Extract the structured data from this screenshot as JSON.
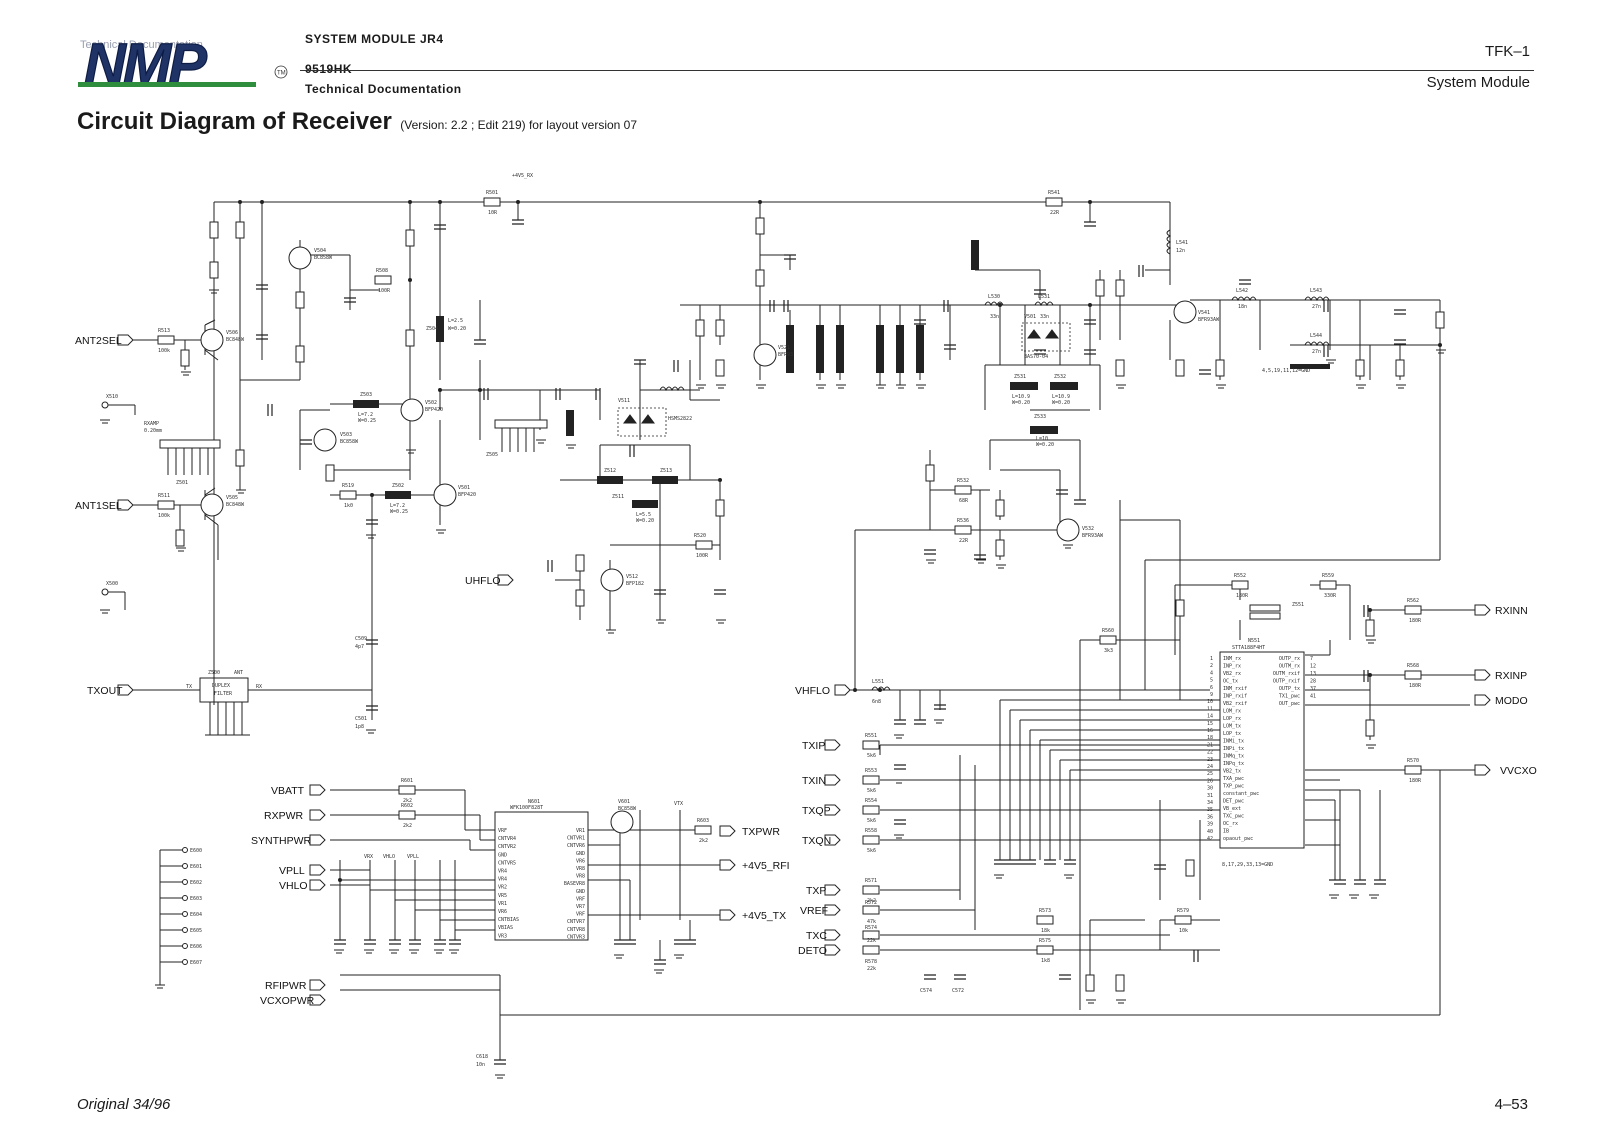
{
  "header": {
    "logo_text": "NMP",
    "logo_watermark": "Technical Documentation",
    "module_line": "SYSTEM MODULE JR4",
    "model_line": "9519HK",
    "doc_line": "Technical Documentation",
    "doc_id": "TFK–1",
    "section": "System Module"
  },
  "title": {
    "main": "Circuit Diagram of Receiver",
    "version_note": "(Version: 2.2 ; Edit 219) for layout version 07"
  },
  "footer": {
    "edition": "Original 34/96",
    "page": "4–53"
  },
  "ports": {
    "ant2sel": "ANT2SEL",
    "ant1sel": "ANT1SEL",
    "uhflo": "UHFLO",
    "txout": "TXOUT",
    "vbatt": "VBATT",
    "rxpwr": "RXPWR",
    "synthpwr": "SYNTHPWR",
    "vpll": "VPLL",
    "vhlo": "VHLO",
    "rfipwr": "RFIPWR",
    "vcxopwr": "VCXOPWR",
    "txpwr": "TXPWR",
    "v45_rfi": "+4V5_RFI",
    "v45_tx": "+4V5_TX",
    "vhflo": "VHFLO",
    "txip": "TXIP",
    "txin": "TXIN",
    "txqp": "TXQP",
    "txqn": "TXQN",
    "txp": "TXP",
    "vref": "VREF",
    "txc": "TXC",
    "deto": "DETO",
    "rxinn": "RXINN",
    "rxinp": "RXINP",
    "modo": "MODO",
    "vvcxo": "VVCXO"
  },
  "components": {
    "r501": "R501",
    "r501_v": "10R",
    "v45rx": "+4V5_RX",
    "r541": "R541",
    "r541_v": "22R",
    "r513": "R513",
    "r513_v": "100k",
    "r511": "R511",
    "r511_v": "100k",
    "r508": "R508",
    "r508_v": "100R",
    "r519": "R519",
    "r519_v": "1k0",
    "v506": "V506",
    "v506_t": "BC848W",
    "v505": "V505",
    "v505_t": "BC848W",
    "v504": "V504",
    "v504_t": "BC858W",
    "v503": "V503",
    "v503_t": "BC858W",
    "v502": "V502",
    "v502_t": "BFP420",
    "v501": "V501",
    "v501_t": "BFP420",
    "v521": "V521",
    "v521_t": "BFR93",
    "v541": "V541",
    "v541_t": "BFR93AW",
    "v532": "V532",
    "v532_t": "BFR93AW",
    "v512": "V512",
    "v512_t": "BFP182",
    "v511": "V511",
    "v511_t": "HSMS2822",
    "v501b": "V501",
    "v501b_t": "BAS70-04",
    "v601": "V601",
    "v601_t": "BC858W",
    "z501": "Z501",
    "z505": "Z505",
    "rxamp": "RXAMP",
    "rxamp_f": "0.20mm",
    "x510": "X510",
    "x500": "X500",
    "z500": "Z500",
    "ant": "ANT",
    "tx": "TX",
    "rx": "RX",
    "duplex1": "DUPLEX",
    "duplex2": "FILTER",
    "z503": "Z503",
    "z503_v1": "L=7.2",
    "z503_v2": "W=0.25",
    "z502": "Z502",
    "z502_v1": "L=7.2",
    "z502_v2": "W=0.25",
    "z504": "Z504",
    "z504_v1": "L=2.5",
    "z504_v2": "W=0.20",
    "z512": "Z512",
    "z513": "Z513",
    "z511": "Z511",
    "z511_v1": "L=5.5",
    "z511_v2": "W=0.20",
    "z533": "Z533",
    "z533_v1": "L=10",
    "z533_v2": "W=0.20",
    "z531": "Z531",
    "z531_v1": "L=10.9",
    "z531_v2": "W=0.20",
    "z532": "Z532",
    "z532_v1": "L=10.9",
    "z532_v2": "W=0.20",
    "z551": "Z551",
    "l542": "L542",
    "l542_v": "18n",
    "l543": "L543",
    "l543_v": "27n",
    "l544": "L544",
    "l544_v": "27n",
    "l541": "L541",
    "l541_v": "12n",
    "l530": "L530",
    "l530_v": "33n",
    "l531": "L531",
    "l531_v": "33n",
    "l551": "L551",
    "l551_v": "6n8",
    "n601": "N601",
    "n601_t": "WFK100F828T",
    "n551": "N551",
    "n551_t": "STTA188F4HT",
    "r552": "R552",
    "r552_v": "180R",
    "r559": "R559",
    "r559_v": "330R",
    "r560": "R560",
    "r560_v": "3k3",
    "r562": "R562",
    "r562_v": "180R",
    "r568": "R568",
    "r568_v": "180R",
    "r570": "R570",
    "r570_v": "180R",
    "r573": "R573",
    "r573_v": "18k",
    "r575": "R575",
    "r575_v": "1k8",
    "r579": "R579",
    "r579_v": "10k",
    "r532": "R532",
    "r532_v": "68R",
    "r536": "R536",
    "r536_v": "22R",
    "r520": "R520",
    "r520_v": "100R",
    "r601": "R601",
    "r601_v": "2k2",
    "r602": "R602",
    "r602_v": "2k2",
    "r603": "R603",
    "r603_v": "2k2",
    "r551": "R551",
    "r551_v": "5k6",
    "r553": "R553",
    "r553_v": "5k6",
    "r554": "R554",
    "r554_v": "5k6",
    "r558": "R558",
    "r558_v": "5k6",
    "r571": "R571",
    "r571_v": "2k2",
    "r572": "R572",
    "r572_v": "47k",
    "r574": "R574",
    "r574_v": "22k",
    "r578": "R578",
    "r578_v": "22k",
    "c574": "C574",
    "c572": "C572",
    "vhlo_rail": "VHLO",
    "vpll_rail": "VPLL",
    "vrx": "VRX",
    "vtx": "VTX",
    "gnd_note1": "4,5,19,11,12=GND",
    "gnd_note2": "8,17,29,33,13=GND",
    "c509": "C509",
    "c509_v": "4p7",
    "c501": "C501",
    "c501_v": "1p8",
    "c618": "C618",
    "c618_v": "10n"
  },
  "n551_pins_left": [
    "INM_rx",
    "INP_rx",
    "VB2_rx",
    "OC_tx",
    "INM_rxif",
    "INP_rxif",
    "VB2_rxif",
    "LOM_rx",
    "LOP_rx",
    "LOM_tx",
    "LOP_tx",
    "INMi_tx",
    "INPi_tx",
    "INMq_tx",
    "INPq_tx",
    "VB2_tx",
    "TXA_pwc",
    "TXP_pwc",
    "constant_pwc",
    "DET_pwc",
    "VB_ext",
    "TXC_pwc",
    "OC_rx",
    "IB",
    "opaout_pwc"
  ],
  "n551_pins_left_no": [
    "1",
    "2",
    "4",
    "5",
    "6",
    "9",
    "10",
    "11",
    "14",
    "15",
    "16",
    "18",
    "21",
    "22",
    "23",
    "24",
    "25",
    "26",
    "30",
    "31",
    "34",
    "35",
    "36",
    "39",
    "40",
    "42"
  ],
  "n551_pins_right": [
    "OUTP_rx",
    "OUTM_rx",
    "OUTM_rxif",
    "OUTP_rxif",
    "OUTP_tx",
    "TX1_pwc",
    "OUT_pwc"
  ],
  "n551_pins_right_no": [
    "7",
    "12",
    "13",
    "28",
    "37",
    "41"
  ],
  "n601_pins_left": [
    "VRF",
    "CNTVR4",
    "CNTVR2",
    "GND",
    "CNTVR5",
    "VR4",
    "VR4",
    "VR2",
    "VR5",
    "VR1",
    "VR6",
    "CNTBIAS",
    "VBIAS",
    "VR3"
  ],
  "n601_pins_right": [
    "VR1",
    "CNTVR1",
    "CNTVR6",
    "GND",
    "VR6",
    "VR8",
    "VR8",
    "BASEVR8",
    "GND",
    "VRF",
    "VR7",
    "VRF",
    "CNTVR7",
    "CNTVR8",
    "CNTVR3"
  ],
  "e_pins": [
    "E600",
    "E601",
    "E602",
    "E603",
    "E604",
    "E605",
    "E606",
    "E607"
  ]
}
